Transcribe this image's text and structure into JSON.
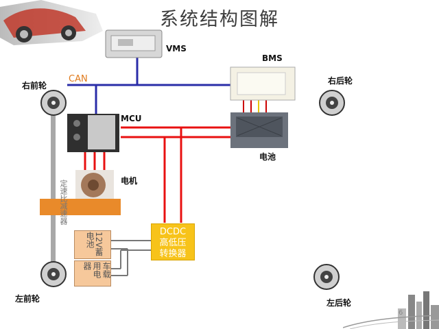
{
  "title": "系统结构图解",
  "labels": {
    "vms": "VMS",
    "bms": "BMS",
    "can": "CAN",
    "mcu": "MCU",
    "battery": "电池",
    "motor": "电机",
    "reducer": "定速比减速器",
    "battery_12v": "12V蓄电池",
    "vehicle_loads": "车载用电器",
    "dcdc_line1": "DCDC",
    "dcdc_line2": "高低压",
    "dcdc_line3": "转换器",
    "wheel_fr": "右前轮",
    "wheel_rr": "右后轮",
    "wheel_fl": "左前轮",
    "wheel_rl": "左后轮"
  },
  "colors": {
    "can_bus": "#2a2ca8",
    "power": "#e81010",
    "shaft": "#a8a8a8",
    "reducer": "#e98a2a",
    "dcdc": "#f7c31a",
    "low_voltage_box": "#f6c89b"
  },
  "page_number": "6"
}
